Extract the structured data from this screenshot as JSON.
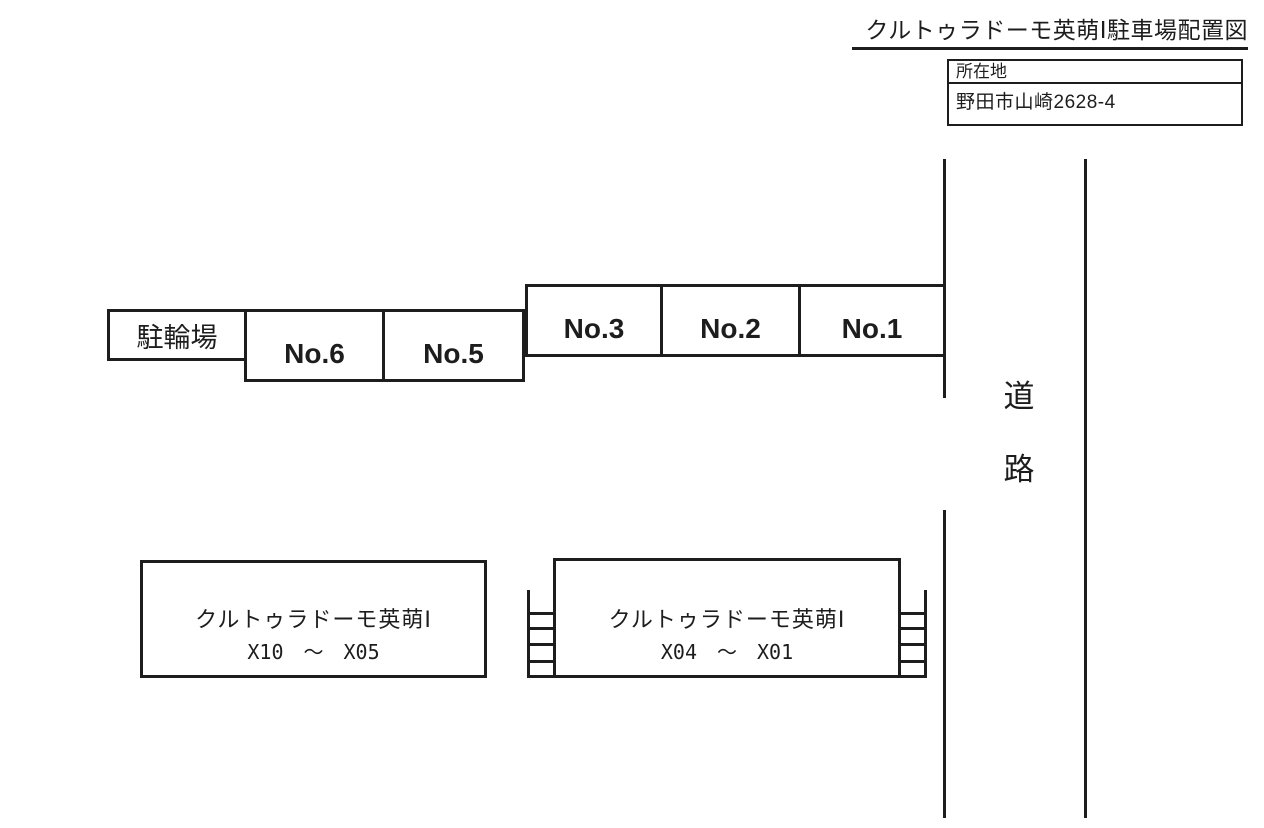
{
  "title": "クルトゥラドーモ英萌Ⅰ駐車場配置図",
  "location": {
    "label": "所在地",
    "address": "野田市山崎2628-4"
  },
  "parking": {
    "bicycle_label": "駐輪場",
    "spaces": [
      {
        "label": "No.6"
      },
      {
        "label": "No.5"
      },
      {
        "label": "No.3"
      },
      {
        "label": "No.2"
      },
      {
        "label": "No.1"
      }
    ]
  },
  "road": {
    "char1": "道",
    "char2": "路"
  },
  "buildings": {
    "left": {
      "name": "クルトゥラドーモ英萌Ⅰ",
      "units": "X10　～　X05"
    },
    "right": {
      "name": "クルトゥラドーモ英萌Ⅰ",
      "units": "X04　～　X01"
    }
  },
  "colors": {
    "ink": "#1d1d1d",
    "background": "#ffffff"
  }
}
